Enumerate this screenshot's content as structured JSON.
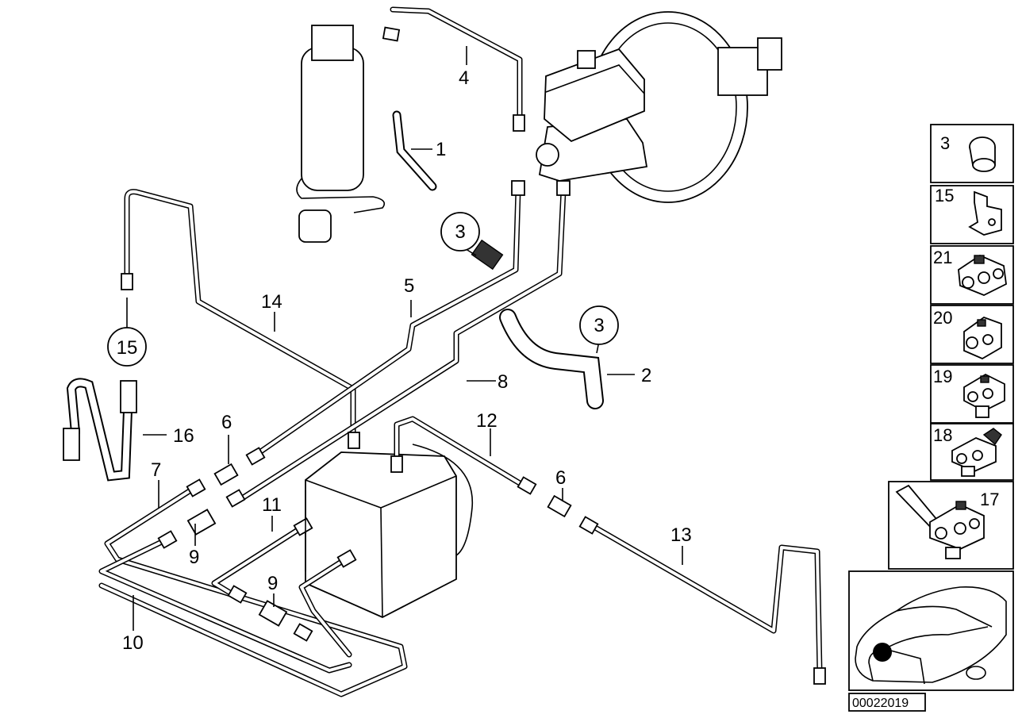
{
  "callouts": {
    "c1": "1",
    "c2": "2",
    "c3a": "3",
    "c3b": "3",
    "c4": "4",
    "c5": "5",
    "c6a": "6",
    "c6b": "6",
    "c7": "7",
    "c8": "8",
    "c9a": "9",
    "c9b": "9",
    "c10": "10",
    "c11": "11",
    "c12": "12",
    "c13": "13",
    "c14": "14",
    "c15": "15",
    "c16": "16"
  },
  "side_panel": [
    "3",
    "15",
    "21",
    "20",
    "19",
    "18",
    "17"
  ],
  "reference_number": "00022019"
}
